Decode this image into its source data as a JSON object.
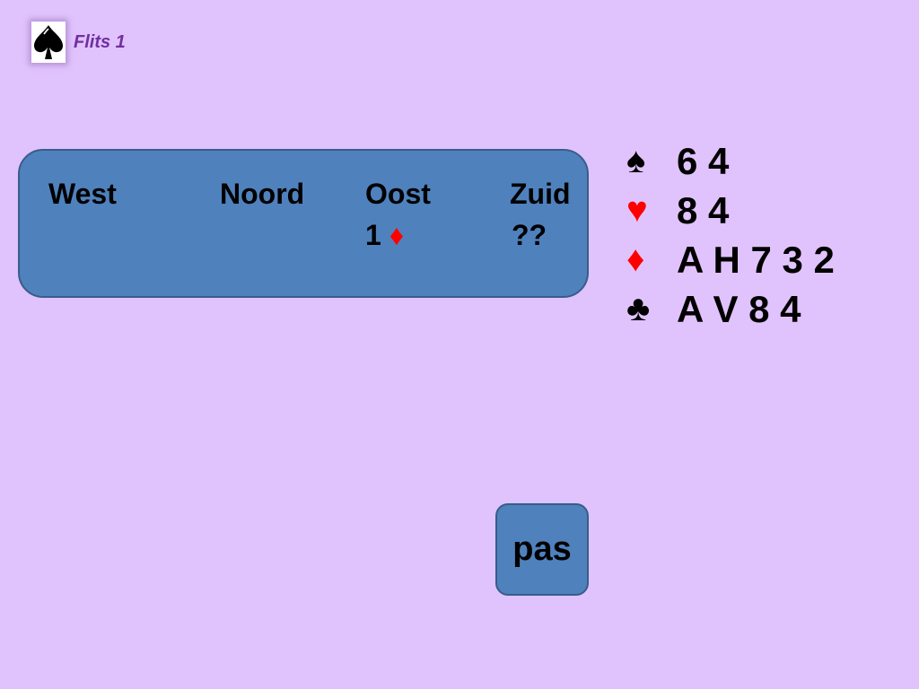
{
  "header": {
    "title": "Flits 1",
    "logo_icon": "spade-logo-icon"
  },
  "bidding": {
    "columns": [
      "West",
      "Noord",
      "Oost",
      "Zuid"
    ],
    "oost_bid": {
      "level": "1",
      "suit": "♦",
      "suit_color": "#ff0000"
    },
    "zuid_bid": "??"
  },
  "hand": {
    "spades": {
      "symbol": "♠",
      "cards": "6 4",
      "color": "#000000"
    },
    "hearts": {
      "symbol": "♥",
      "cards": "8 4",
      "color": "#ff0000"
    },
    "diamonds": {
      "symbol": "♦",
      "cards": "A H 7 3 2",
      "color": "#ff0000"
    },
    "clubs": {
      "symbol": "♣",
      "cards": "A V 8 4",
      "color": "#000000"
    }
  },
  "actions": {
    "pas_label": "pas"
  },
  "colors": {
    "background": "#e0c3fc",
    "panel": "#4f81bd",
    "panel_border": "#385d8a",
    "title": "#7030a0"
  }
}
